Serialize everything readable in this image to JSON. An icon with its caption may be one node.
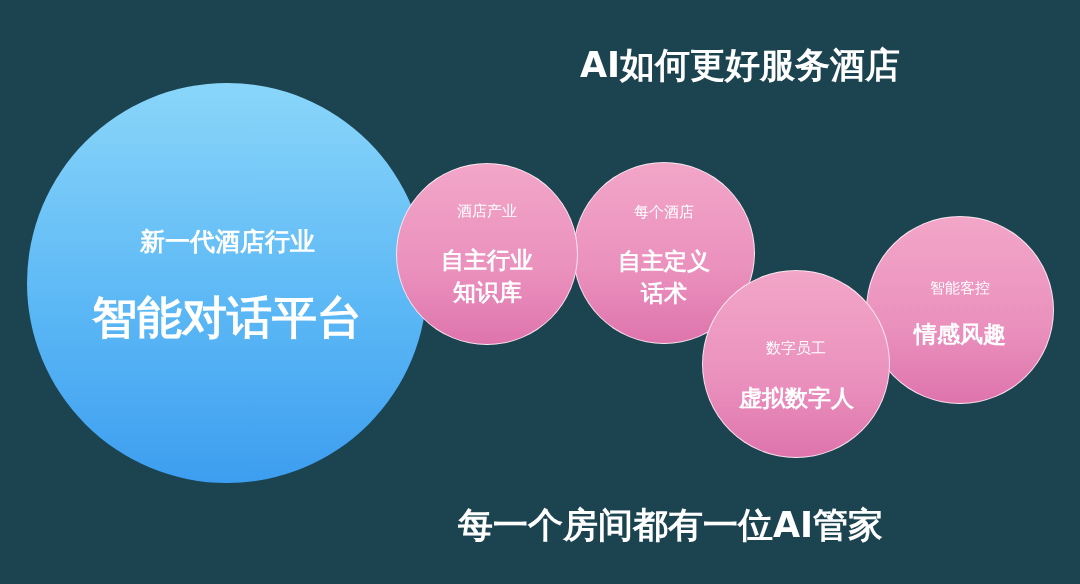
{
  "diagram": {
    "title": "AI如何更好服务酒店",
    "caption": "每一个房间都有一位AI管家",
    "nodes": [
      {
        "text": [
          "新一代酒店行业",
          "智能对话平台"
        ]
      },
      {
        "text": [
          "酒店产业",
          "自主行业知识库"
        ]
      },
      {
        "text": [
          "每个酒店",
          "自主定义话术"
        ]
      },
      {
        "text": [
          "数字员工",
          "虚拟数字人"
        ]
      },
      {
        "text": [
          "智能客控",
          "情感风趣"
        ]
      }
    ],
    "edges": []
  }
}
